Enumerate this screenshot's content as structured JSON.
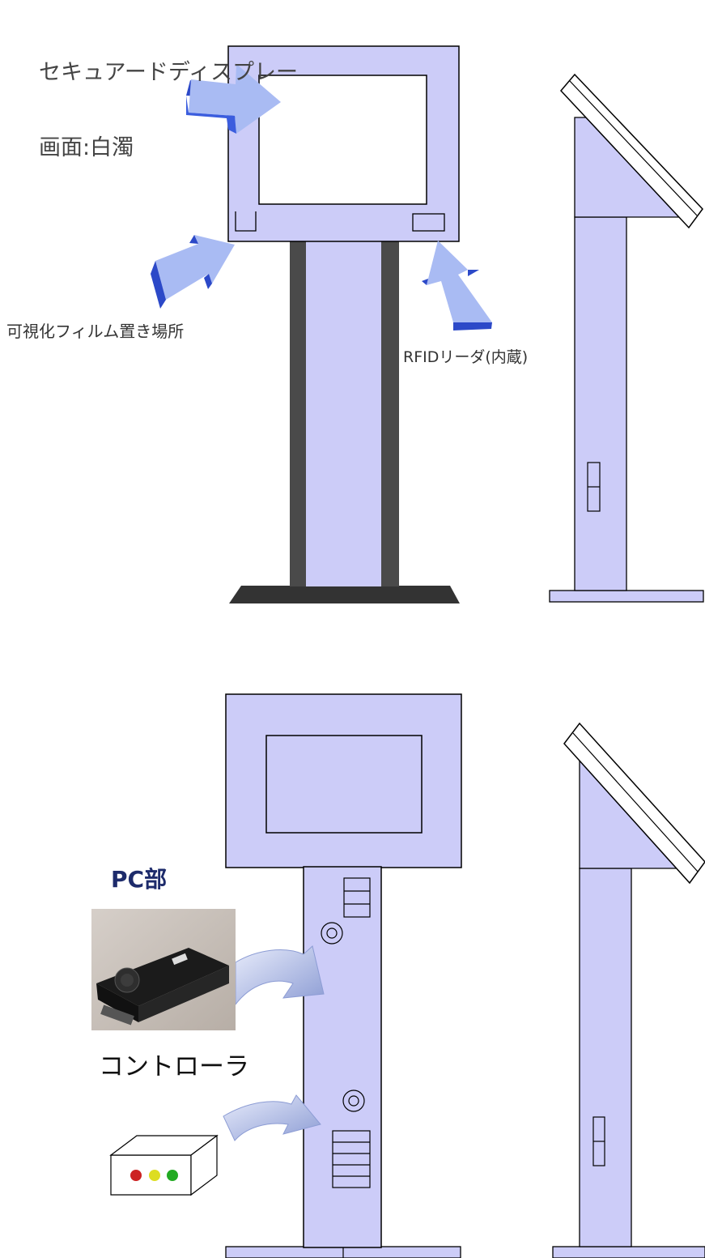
{
  "labels": {
    "display_title_line1": "セキュアードディスプレー",
    "display_title_line2": "画面:白濁",
    "film_place": "可視化フィルム置き場所",
    "rfid_reader": "RFIDリーダ(内蔵)",
    "pc_unit": "PC部",
    "controller": "コントローラ"
  },
  "colors": {
    "body_fill": "#ccccf8",
    "outline": "#000000",
    "stand_dark": "#4a4a4a",
    "arrow_fill": "#a9bbf3",
    "arrow_dark": "#2c49c8",
    "curved_arrow_fill": "#b2bde2",
    "led_red": "#cc2222",
    "led_yellow": "#dddd22",
    "led_green": "#22aa22"
  },
  "icons": {
    "pc_photo": "pc-unit-photo",
    "controller_box": "controller-box-icon",
    "connector": "connector-icon"
  }
}
